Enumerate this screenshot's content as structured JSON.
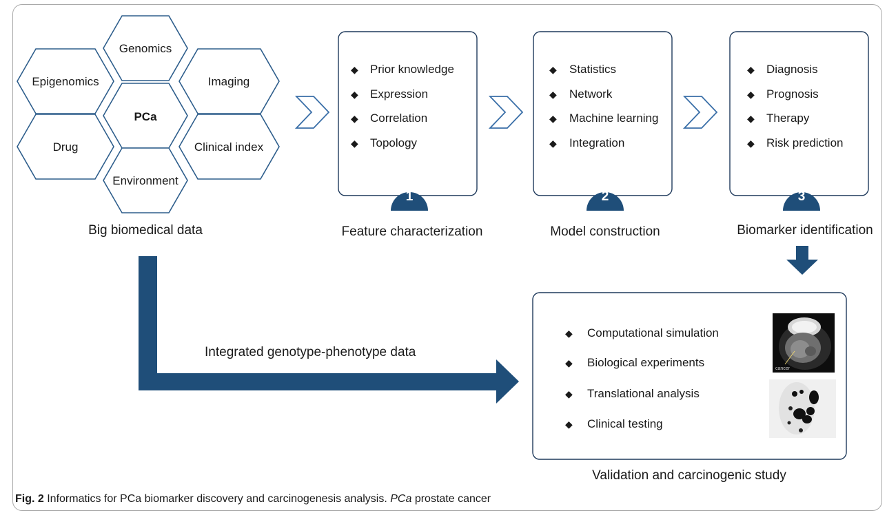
{
  "hexagons": {
    "center": "PCa",
    "top": "Genomics",
    "upper_left": "Epigenomics",
    "upper_right": "Imaging",
    "lower_left": "Drug",
    "lower_right": "Clinical index",
    "bottom": "Environment"
  },
  "big_data_label": "Big biomedical data",
  "steps": [
    {
      "number": "1",
      "title": "Feature characterization",
      "items": [
        "Prior knowledge",
        "Expression",
        "Correlation",
        "Topology"
      ]
    },
    {
      "number": "2",
      "title": "Model construction",
      "items": [
        "Statistics",
        "Network",
        "Machine learning",
        "Integration"
      ]
    },
    {
      "number": "3",
      "title": "Biomarker identification",
      "items": [
        "Diagnosis",
        "Prognosis",
        "Therapy",
        "Risk prediction"
      ]
    }
  ],
  "integrated_label": "Integrated genotype-phenotype data",
  "validation": {
    "title": "Validation and carcinogenic study",
    "items": [
      "Computational simulation",
      "Biological experiments",
      "Translational analysis",
      "Clinical testing"
    ],
    "mri_label": "cancer"
  },
  "caption": {
    "fig": "Fig. 2",
    "text": "Informatics for PCa biomarker discovery and carcinogenesis analysis.",
    "abbr": "PCa",
    "abbr_def": "prostate cancer"
  },
  "colors": {
    "navy": "#1f4e79",
    "hex_stroke": "#2e5e8c",
    "chevron": "#3a6fa8",
    "box_border": "#1f3a5c"
  },
  "bullet_glyph": "◆"
}
